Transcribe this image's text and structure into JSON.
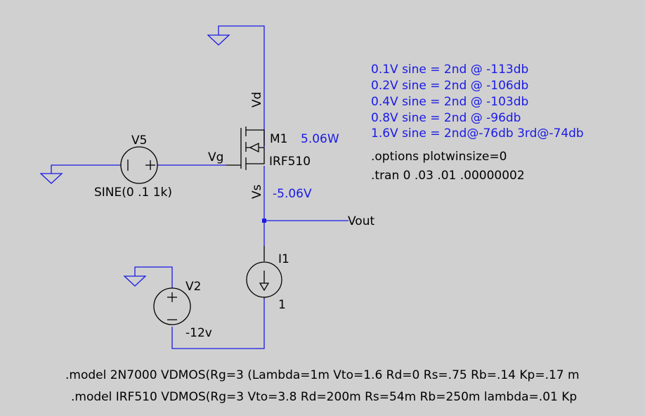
{
  "colors": {
    "background": "#d0d0d0",
    "wire": "#1a1ae6",
    "component": "#000000",
    "annotation": "#1a1ae6"
  },
  "components": {
    "v5": {
      "name": "V5",
      "value": "SINE(0 .1 1k)"
    },
    "v2": {
      "name": "V2",
      "value": "-12v"
    },
    "m1": {
      "name": "M1",
      "model": "IRF510",
      "power": "5.06W"
    },
    "i1": {
      "name": "I1",
      "value": "1"
    }
  },
  "nets": {
    "vd": "Vd",
    "vg": "Vg",
    "vs": "Vs",
    "vs_voltage": "-5.06V",
    "vout": "Vout"
  },
  "results": [
    "0.1V sine = 2nd @ -113db",
    "0.2V sine = 2nd @ -106db",
    "0.4V sine = 2nd @ -103db",
    "0.8V sine = 2nd @ -96db",
    "1.6V sine = 2nd@-76db 3rd@-74db"
  ],
  "directives": [
    ".options plotwinsize=0",
    ".tran 0 .03 .01 .00000002"
  ],
  "models": [
    ".model 2N7000 VDMOS(Rg=3 (Lambda=1m Vto=1.6 Rd=0 Rs=.75 Rb=.14 Kp=.17 m",
    ".model IRF510 VDMOS(Rg=3 Vto=3.8 Rd=200m Rs=54m Rb=250m lambda=.01 Kp"
  ]
}
